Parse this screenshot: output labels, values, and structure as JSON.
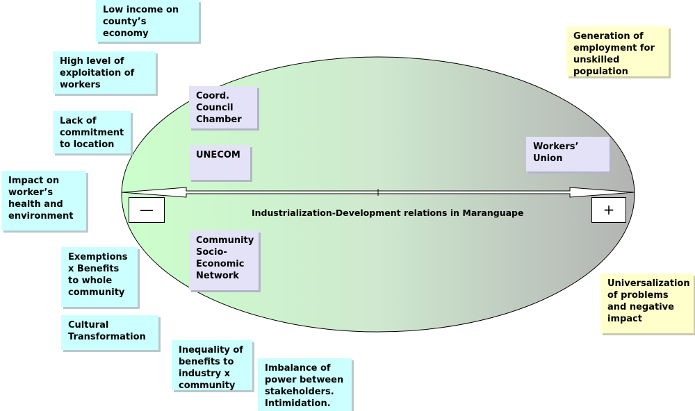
{
  "diagram": {
    "axis_label": "Industrialization-Development relations in Maranguape",
    "minus_sign": "—",
    "plus_sign": "+",
    "left_factors": [
      "Low income on county’s economy",
      "High level of exploitation of workers",
      "Lack of commitment to location",
      "Impact on worker’s health and environment",
      "Exemptions x Benefits to whole community",
      "Cultural Transformation",
      "Inequality of benefits to industry x community",
      "Imbalance of power between stakeholders. Intimidation."
    ],
    "right_factors": [
      "Generation of employment for unskilled population",
      "Universalization of problems and negative impact"
    ],
    "actors": [
      "Coord. Council Chamber",
      "UNECOM",
      "Community Socio-Economic Network",
      "Workers’ Union"
    ],
    "colors": {
      "gradient_left": "#ccffcc",
      "gradient_right": "#b3b3b3",
      "negative_box": "#ccffff",
      "positive_box": "#ffffcc",
      "actor_box": "#e4e2f7"
    }
  }
}
